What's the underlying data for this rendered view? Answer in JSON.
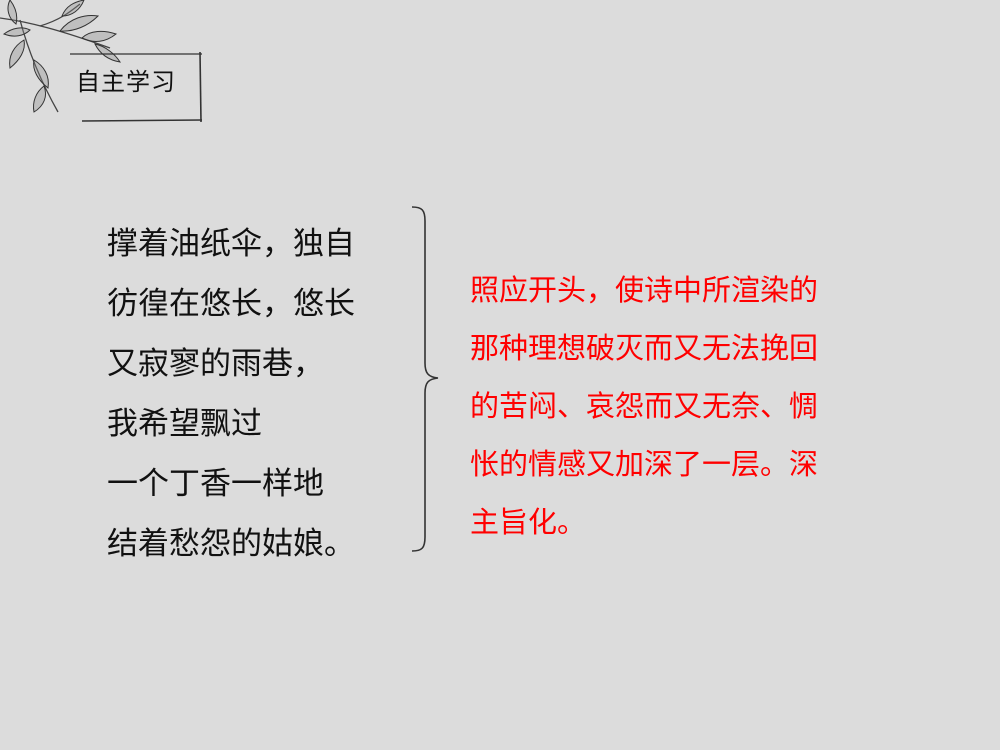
{
  "header": {
    "title": "自主学习"
  },
  "poem": {
    "lines": [
      "撑着油纸伞，独自",
      "彷徨在悠长，悠长",
      "又寂寥的雨巷，",
      "我希望飘过",
      "一个丁香一样地",
      "结着愁怨的姑娘。"
    ]
  },
  "explanation": {
    "lines": [
      "照应开头，使诗中所渲染的",
      "那种理想破灭而又无法挽回",
      "的苦闷、哀怨而又无奈、惆",
      "怅的情感又加深了一层。深",
      "主旨化。"
    ]
  },
  "colors": {
    "background": "#dcdcdc",
    "body_text": "#111111",
    "highlight_text": "#ff0000"
  }
}
